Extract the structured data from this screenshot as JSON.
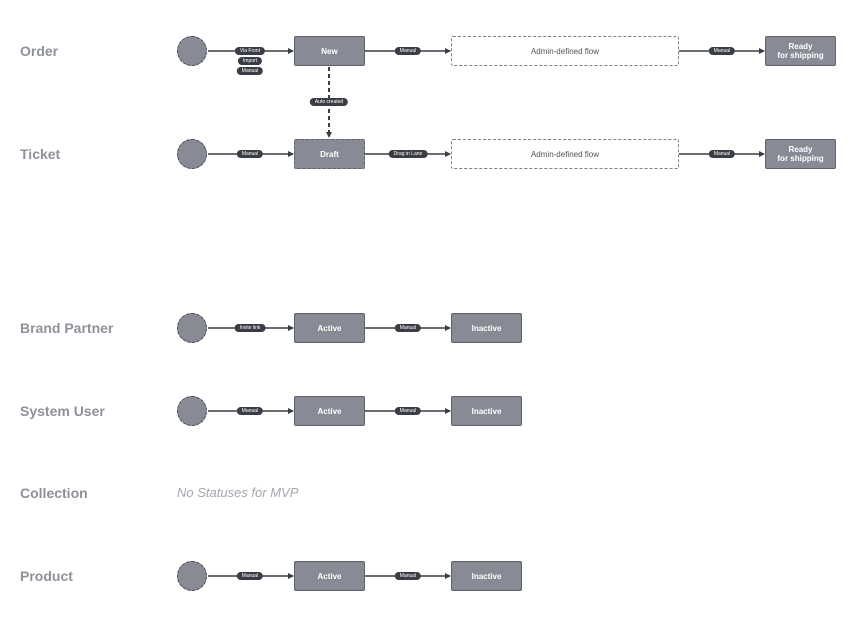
{
  "order": {
    "label": "Order",
    "trigger_via_front": "Via Front",
    "trigger_import": "Import",
    "trigger_manual": "Manual",
    "node_new": "New",
    "edge_new_flow": "Manual",
    "flow": "Admin-defined flow",
    "edge_flow_ready": "Manual",
    "node_ready": "Ready\nfor shipping"
  },
  "auto_created": "Auto created",
  "ticket": {
    "label": "Ticket",
    "trigger": "Manual",
    "node_draft": "Draft",
    "edge_draft_flow": "Drag in Lane",
    "flow": "Admin-defined flow",
    "edge_flow_ready": "Manual",
    "node_ready": "Ready\nfor shipping"
  },
  "brand_partner": {
    "label": "Brand Partner",
    "trigger": "Invite link",
    "node_active": "Active",
    "edge": "Manual",
    "node_inactive": "Inactive"
  },
  "system_user": {
    "label": "System User",
    "trigger": "Manual",
    "node_active": "Active",
    "edge": "Manual",
    "node_inactive": "Inactive"
  },
  "collection": {
    "label": "Collection",
    "note": "No Statuses for MVP"
  },
  "product": {
    "label": "Product",
    "trigger": "Manual",
    "node_active": "Active",
    "edge": "Manual",
    "node_inactive": "Inactive"
  },
  "colors": {
    "node_fill": "#888b95",
    "pill_fill": "#3a3d45",
    "label_text": "#8e919a",
    "edge": "#3a3d45"
  }
}
